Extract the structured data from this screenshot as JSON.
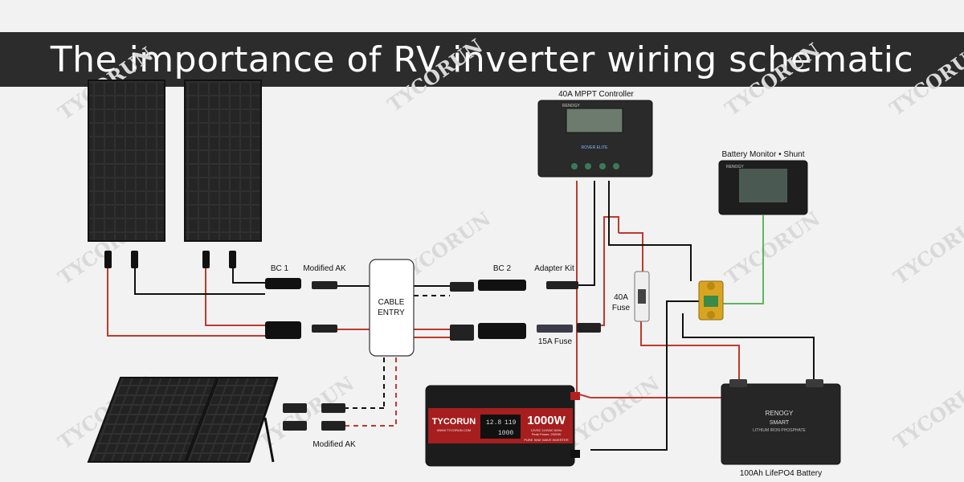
{
  "title": "The importance of RV inverter wiring schematic",
  "watermark": "TYCORUN",
  "colors": {
    "title_bg": "#2c2c2c",
    "wire_red": "#c0392b",
    "wire_black": "#111111",
    "wire_green": "#5cb85c",
    "panel": "#1b1b1b",
    "inverter_red": "#b32020"
  },
  "labels": {
    "mppt_controller": "40A MPPT Controller",
    "battery_monitor": "Battery Monitor • Shunt",
    "bc1": "BC 1",
    "modified_ak_top": "Modified AK",
    "cable_entry_line1": "CABLE",
    "cable_entry_line2": "ENTRY",
    "bc2": "BC 2",
    "adapter_kit": "Adapter Kit",
    "fuse_40a_line1": "40A",
    "fuse_40a_line2": "Fuse",
    "fuse_15a": "15A Fuse",
    "modified_ak_bottom": "Modified AK",
    "battery": "100Ah LifePO4 Battery"
  },
  "inverter": {
    "brand": "TYCORUN",
    "website": "WWW.TYCORUN.COM",
    "power": "1000W",
    "display_left": "12.8",
    "display_right": "119",
    "display_bottom": "1000",
    "spec_line1": "12VDC 110VAC 60Hz",
    "spec_line2": "Peak Power: 2000W",
    "model_line": "PURE SINE WAVE INVERTER"
  },
  "controller": {
    "brand": "RENOGY",
    "model": "ROVER ELITE"
  },
  "battery": {
    "brand": "RENOGY",
    "line1": "SMART",
    "line2": "LITHIUM IRON PHOSPHATE"
  },
  "monitor": {
    "brand": "RENOGY"
  }
}
